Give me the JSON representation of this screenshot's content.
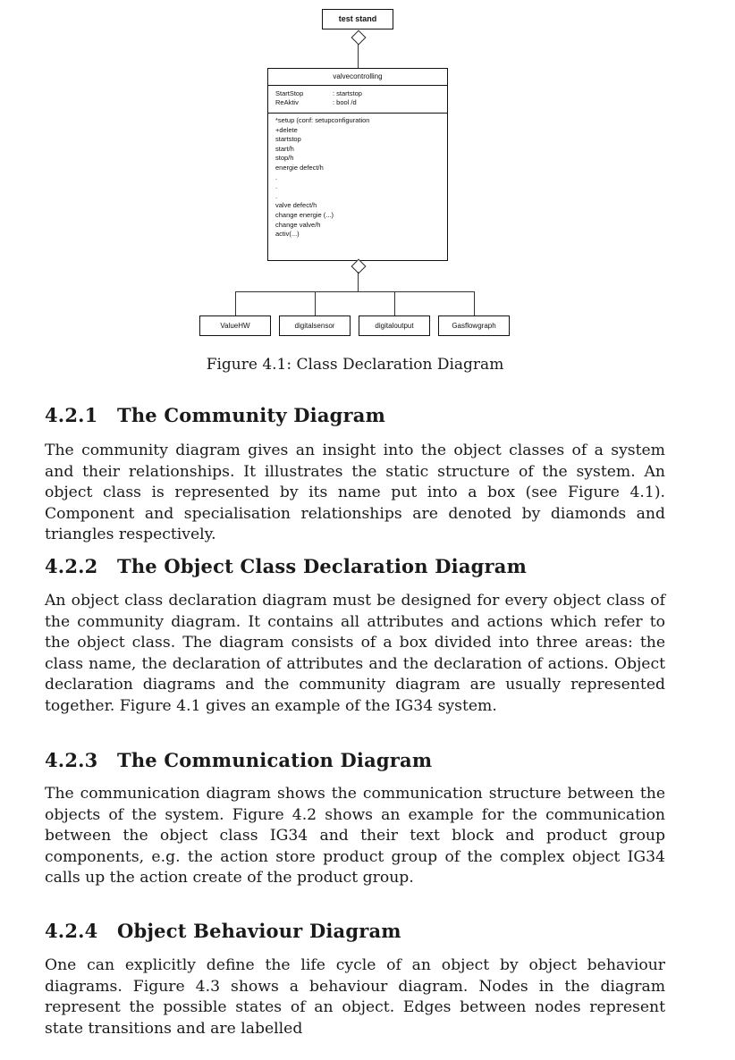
{
  "figure": {
    "top_class": "test stand",
    "main_class": {
      "name": "valvecontrolling",
      "attributes": [
        {
          "name": "StartStop",
          "type": ": startstop"
        },
        {
          "name": "ReAktiv",
          "type": ": bool /d"
        }
      ],
      "actions": [
        "*setup (conf: setupconfiguration",
        "+delete",
        "startstop",
        "start/h",
        "stop/h",
        "energie defect/h",
        ".",
        ".",
        ".",
        "valve defect/h",
        "change energie (...)",
        "change valve/h",
        "activ(...)"
      ]
    },
    "subclasses": [
      "ValueHW",
      "digitalsensor",
      "digitaloutput",
      "Gasflowgraph"
    ],
    "caption": "Figure 4.1: Class Declaration Diagram"
  },
  "sections": [
    {
      "number": "4.2.1",
      "title": "The Community Diagram",
      "text": "The community diagram gives an insight into the object classes of a system and their relationships. It illustrates the static structure of the system. An object class is represented by its name put into a box (see Figure 4.1). Component and specialisation relationships are denoted by diamonds and triangles respectively."
    },
    {
      "number": "4.2.2",
      "title": "The Object Class Declaration Diagram",
      "text": "An object class declaration diagram must be designed for every object class of the community diagram. It contains all attributes and actions which refer to the object class. The diagram consists of a box divided into three areas: the class name, the declaration of attributes and the declaration of actions. Object declaration diagrams and the community diagram are usually represented together. Figure 4.1 gives an example of the IG34 system."
    },
    {
      "number": "4.2.3",
      "title": "The Communication Diagram",
      "text": "The communication diagram shows the communication structure between the objects of the system. Figure 4.2 shows an example for the communication between the object class IG34 and their text block and product group components, e.g. the action store product group of the complex object IG34 calls up the action create of the product group."
    },
    {
      "number": "4.2.4",
      "title": "Object Behaviour Diagram",
      "text": "One can explicitly define the life cycle of an object by object behaviour diagrams. Figure 4.3 shows a behaviour diagram. Nodes in the diagram represent the possible states of an object. Edges between nodes represent state transitions and are labelled"
    }
  ]
}
